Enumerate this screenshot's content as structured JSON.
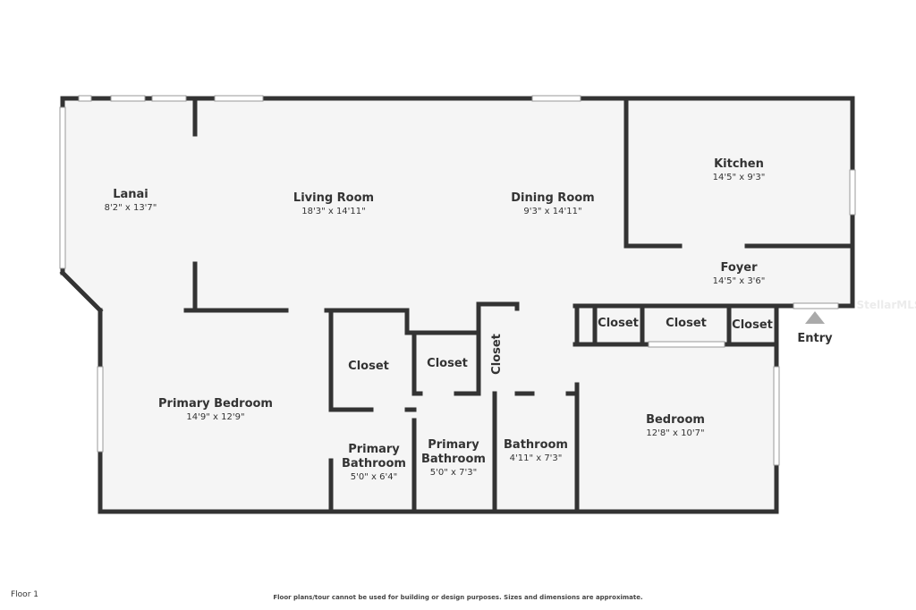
{
  "rooms": [
    {
      "name": "Lanai",
      "dim": "8'2\" x 13'7\""
    },
    {
      "name": "Living Room",
      "dim": "18'3\" x 14'11\""
    },
    {
      "name": "Dining Room",
      "dim": "9'3\" x 14'11\""
    },
    {
      "name": "Kitchen",
      "dim": "14'5\" x 9'3\""
    },
    {
      "name": "Foyer",
      "dim": "14'5\" x 3'6\""
    },
    {
      "name": "Primary Bedroom",
      "dim": "14'9\" x 12'9\""
    },
    {
      "name": "Primary Bathroom",
      "dim": "5'0\" x 6'4\""
    },
    {
      "name": "Primary Bathroom",
      "dim": "5'0\" x 7'3\""
    },
    {
      "name": "Bathroom",
      "dim": "4'11\" x 7'3\""
    },
    {
      "name": "Bedroom",
      "dim": "12'8\" x 10'7\""
    }
  ],
  "closets": [
    "Closet",
    "Closet",
    "Closet",
    "Closet",
    "Closet",
    "Closet"
  ],
  "entry": "Entry",
  "watermark": "StellarMLS",
  "floor": "Floor 1",
  "disclaimer": "Floor plans/tour cannot be used for building or design purposes. Sizes and dimensions are approximate."
}
